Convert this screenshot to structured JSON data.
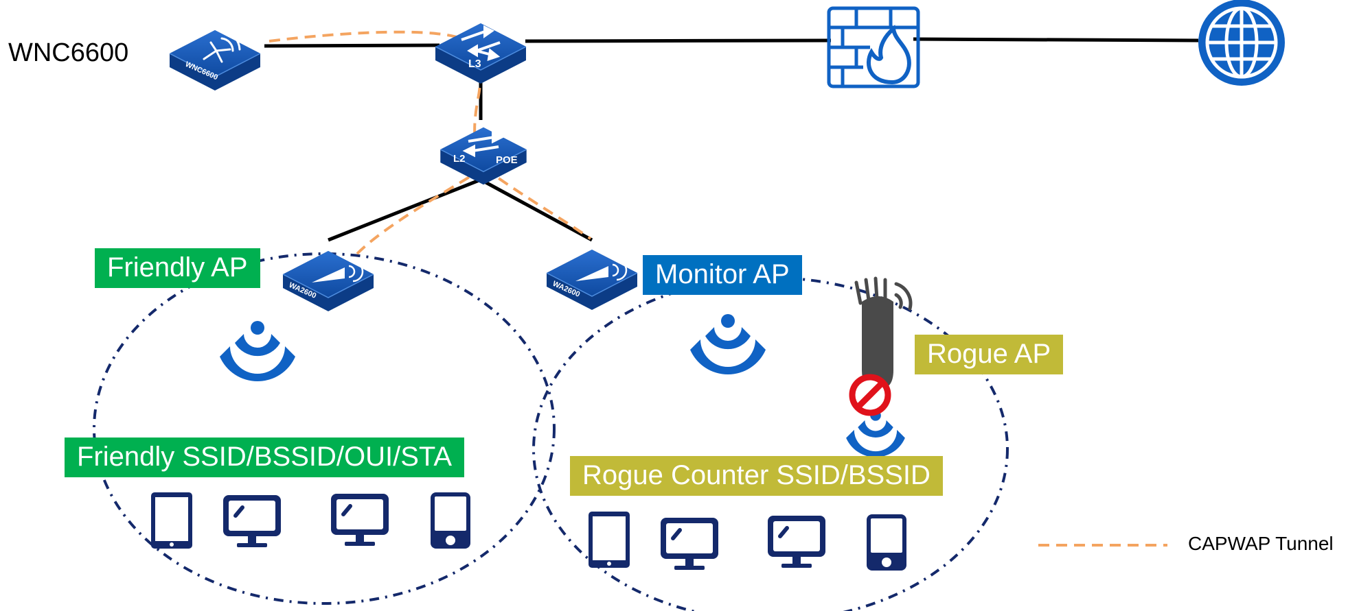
{
  "devices": {
    "controller": {
      "label": "WNC6600",
      "badge": "WNC6600"
    },
    "core_switch": {
      "badge": "L3"
    },
    "poe_switch": {
      "badge_left": "L2",
      "badge_right": "POE"
    },
    "ap_friendly": {
      "badge": "WA2600"
    },
    "ap_monitor": {
      "badge": "WA2600"
    }
  },
  "labels": {
    "friendly_ap": "Friendly AP",
    "monitor_ap": "Monitor AP",
    "rogue_ap": "Rogue AP",
    "friendly_list": "Friendly SSID/BSSID/OUI/STA",
    "rogue_counter": "Rogue Counter SSID/BSSID"
  },
  "legend": {
    "capwap": "CAPWAP Tunnel"
  },
  "colors": {
    "device_blue": "#1552a8",
    "client_navy": "#14296b",
    "capwap_orange": "#f4a460",
    "friendly_green": "#00b050",
    "monitor_blue": "#0070c0",
    "rogue_olive": "#c1ba38",
    "block_red": "#e0121b",
    "wifi_blue": "#1062c4"
  },
  "icons": [
    "wireless-controller-icon",
    "l3-switch-icon",
    "l2-poe-switch-icon",
    "firewall-icon",
    "internet-globe-icon",
    "access-point-icon",
    "wifi-signal-icon",
    "tablet-icon",
    "monitor-icon",
    "smartphone-icon",
    "rogue-router-icon",
    "block-icon"
  ]
}
